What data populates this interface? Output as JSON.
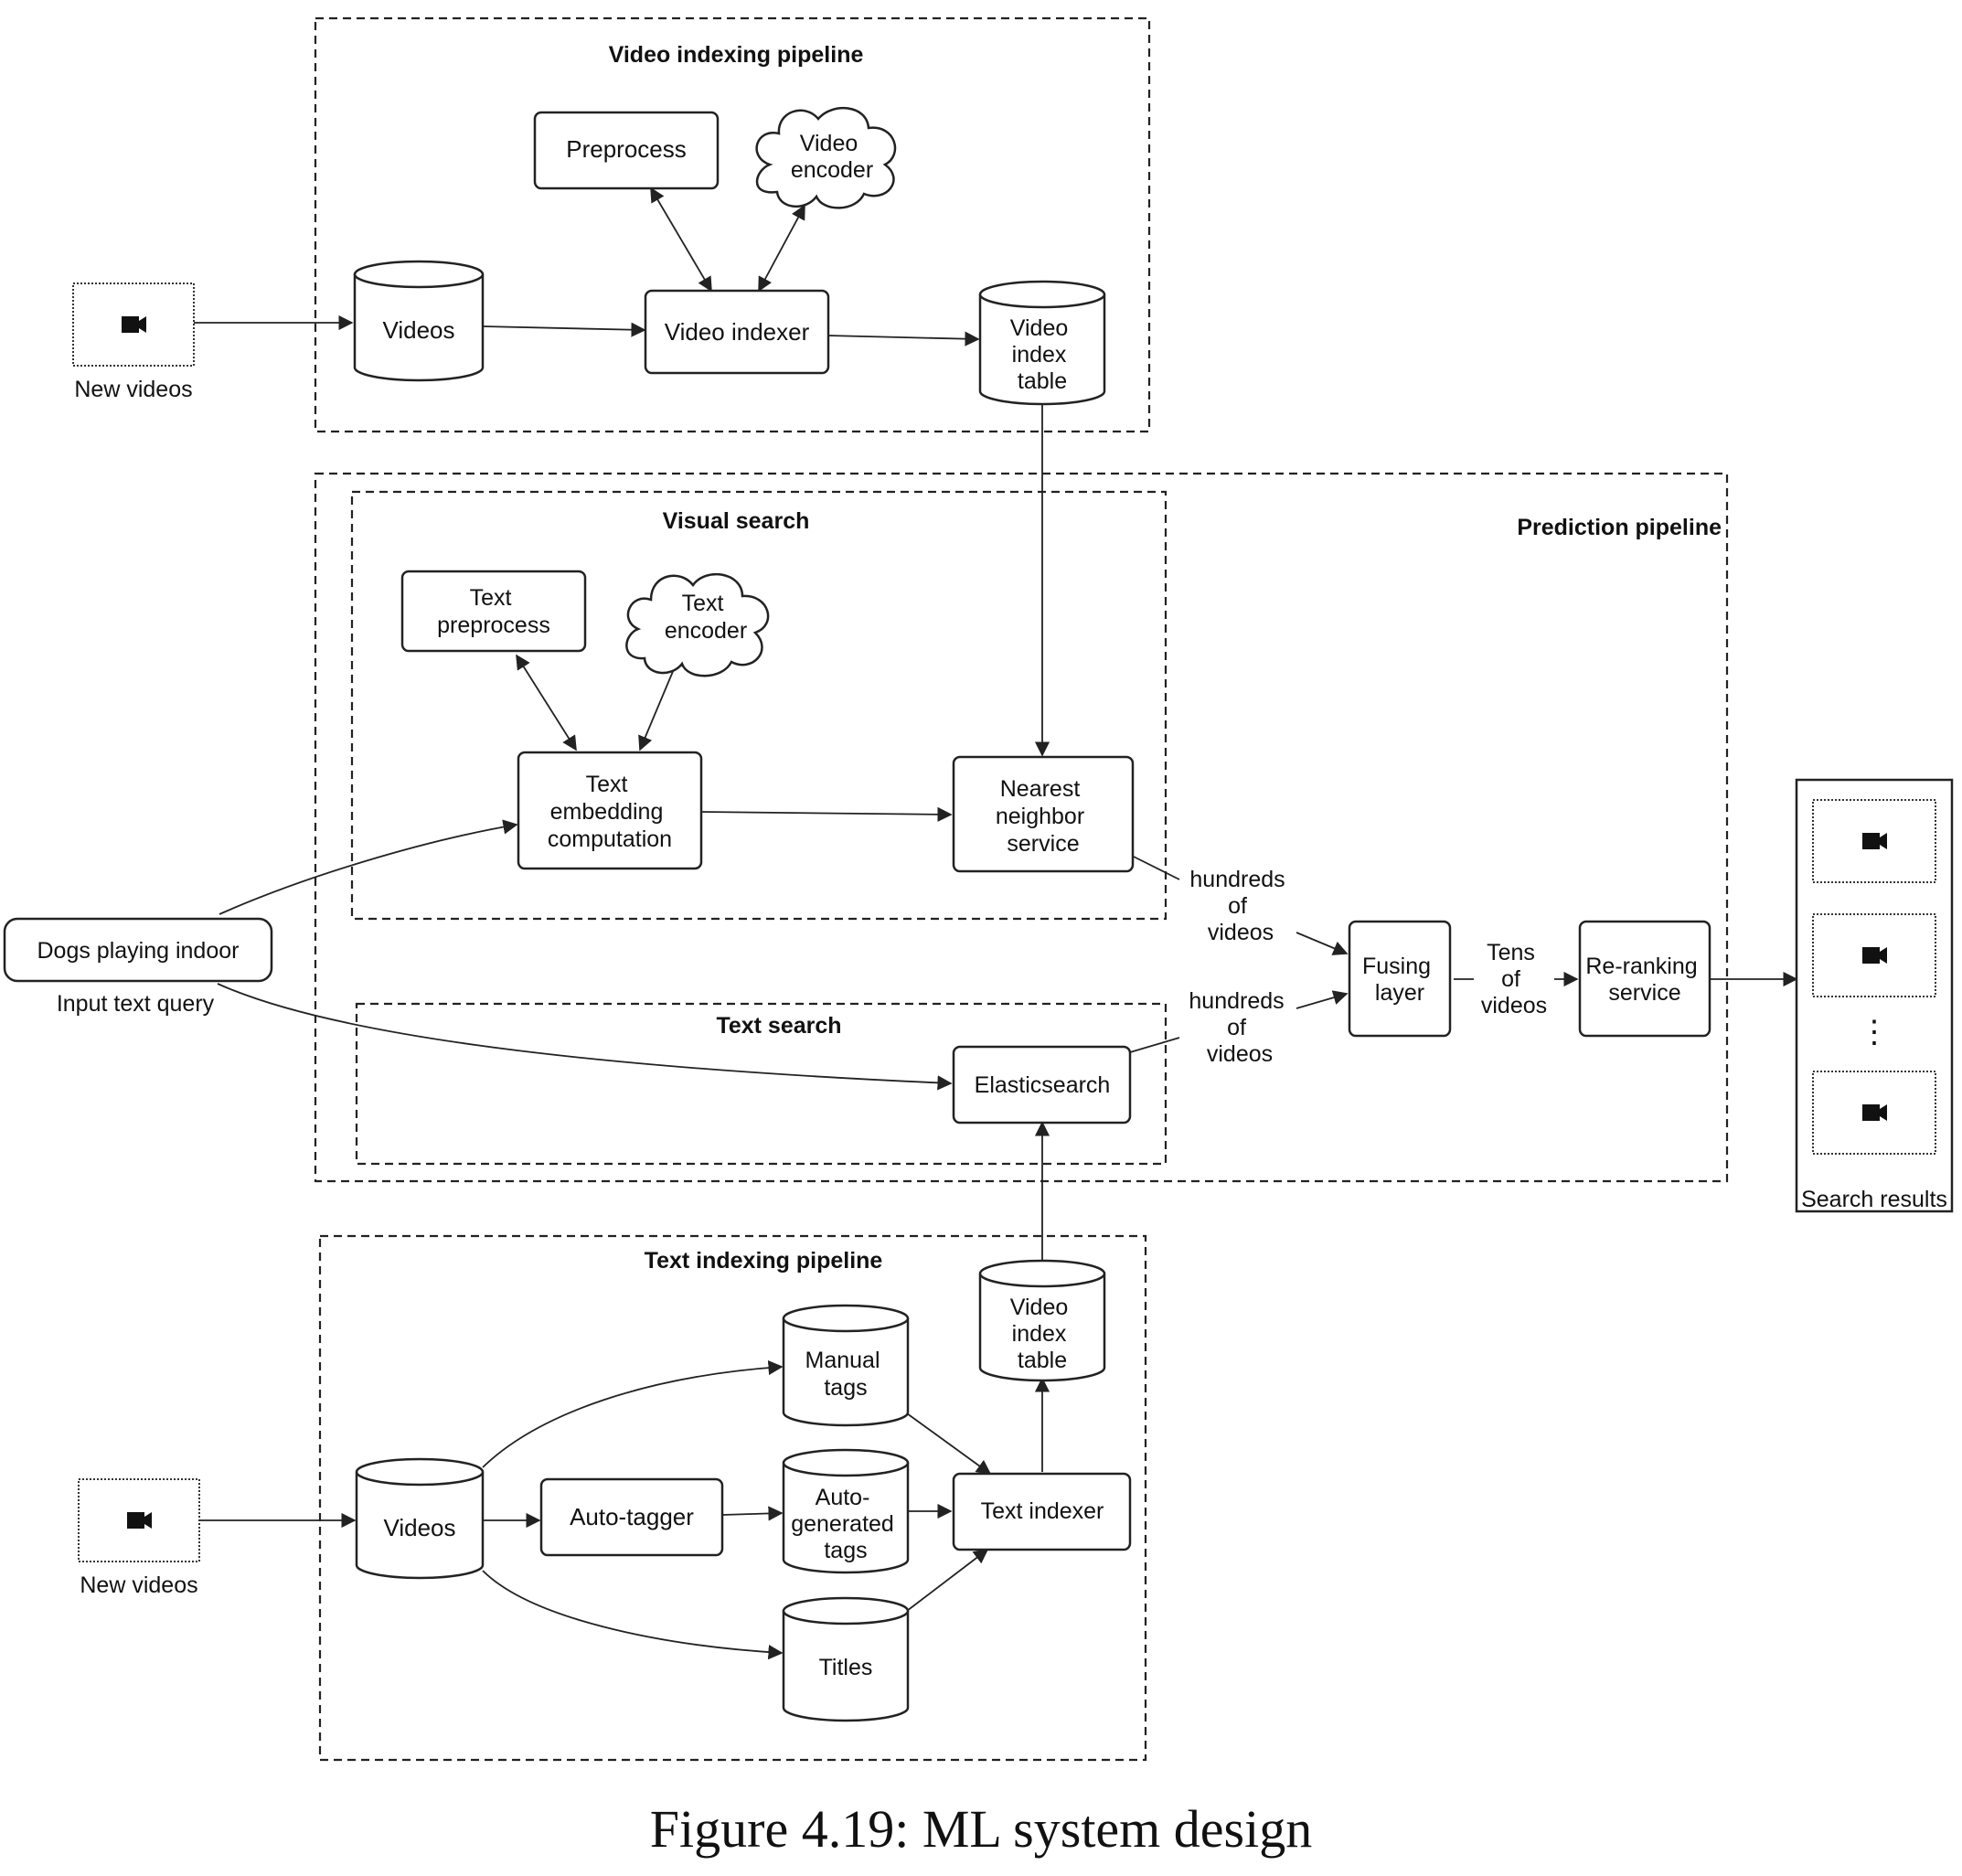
{
  "groups": {
    "video_indexing": "Video indexing pipeline",
    "visual_search": "Visual search",
    "prediction": "Prediction pipeline",
    "text_search": "Text search",
    "text_indexing": "Text indexing pipeline"
  },
  "nodes": {
    "preprocess": "Preprocess",
    "video_encoder": [
      "Video",
      "encoder"
    ],
    "videos_top": "Videos",
    "video_indexer": "Video indexer",
    "video_index_table_top": [
      "Video",
      "index",
      "table"
    ],
    "new_videos_top": "New videos",
    "text_preprocess": [
      "Text",
      "preprocess"
    ],
    "text_encoder": [
      "Text",
      "encoder"
    ],
    "text_embedding": [
      "Text",
      "embedding",
      "computation"
    ],
    "nearest_neighbor": [
      "Nearest",
      "neighbor",
      "service"
    ],
    "query_box": "Dogs playing indoor",
    "query_label": "Input text query",
    "elasticsearch": "Elasticsearch",
    "hundreds_1": [
      "hundreds",
      "of",
      "videos"
    ],
    "hundreds_2": [
      "hundreds",
      "of",
      "videos"
    ],
    "fusing_layer": [
      "Fusing",
      "layer"
    ],
    "tens": [
      "Tens",
      "of",
      "videos"
    ],
    "reranking": [
      "Re-ranking",
      "service"
    ],
    "search_results": "Search results",
    "new_videos_bottom": "New videos",
    "videos_bottom": "Videos",
    "auto_tagger": "Auto-tagger",
    "manual_tags": [
      "Manual",
      "tags"
    ],
    "auto_generated_tags": [
      "Auto-",
      "generated",
      "tags"
    ],
    "titles": "Titles",
    "text_indexer": "Text indexer",
    "video_index_table_bottom": [
      "Video",
      "index",
      "table"
    ]
  },
  "results_ellipsis": "⋮",
  "icons": [
    "video-camera-icon"
  ],
  "caption": "Figure 4.19: ML system design"
}
